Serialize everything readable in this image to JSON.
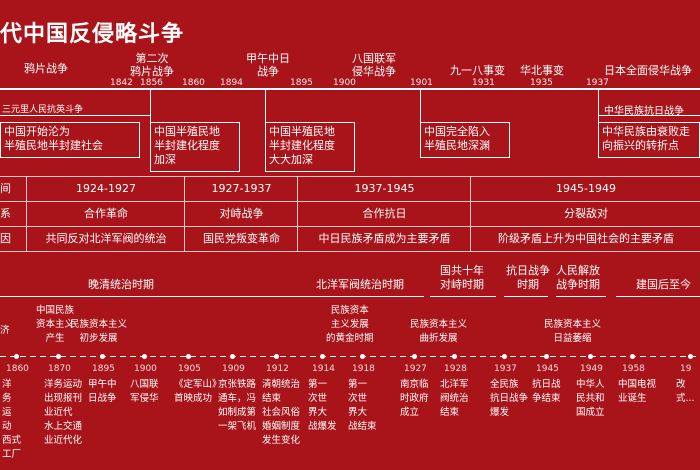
{
  "title": "代中国反侵略斗争",
  "top_timeline": {
    "years": [
      "1842",
      "1856",
      "1860",
      "1894",
      "1895",
      "1900",
      "1901",
      "1931",
      "1935",
      "1937"
    ],
    "events": [
      {
        "label": "鸦片战争"
      },
      {
        "label": "第二次\n鸦片战争"
      },
      {
        "label": "甲午中日\n战争"
      },
      {
        "label": "八国联军\n侵华战争"
      },
      {
        "label": "九一八事变"
      },
      {
        "label": "华北事变"
      },
      {
        "label": "日本全面侵华战争"
      }
    ],
    "side_left": "三元里人民抗英斗争",
    "side_right": "中华民族抗日战争",
    "boxes": [
      "中国开始沦为\n半殖民地半封建社会",
      "中国半殖民地\n半封建化程度\n加深",
      "中国半殖民地\n半封建化程度\n大大加深",
      "中国完全陷入\n半殖民地深渊",
      "中华民族由衰败走\n向振兴的转折点"
    ]
  },
  "table": {
    "headers": [
      "间",
      "系",
      "因"
    ],
    "columns": [
      {
        "period": "1924-1927",
        "relation": "合作革命",
        "cause": "共同反对北洋军阀的统治"
      },
      {
        "period": "1927-1937",
        "relation": "对峙战争",
        "cause": "国民党叛变革命"
      },
      {
        "period": "1937-1945",
        "relation": "合作抗日",
        "cause": "中日民族矛盾成为主要矛盾"
      },
      {
        "period": "1945-1949",
        "relation": "分裂敌对",
        "cause": "阶级矛盾上升为中国社会的主要矛盾"
      }
    ]
  },
  "eras": {
    "late_qing": "晚清统治时期",
    "beiyang": "北洋军阀统治时期",
    "ten_year": "国共十年\n对峙时期",
    "anti_japan": "抗日战争\n时期",
    "liberation": "人民解放\n战争时期",
    "after": "建国后至今"
  },
  "capital_stages": [
    "中国民族\n资本主义\n产生",
    "民族资本主义\n初步发展",
    "民族资本\n主义发展\n的黄金时期",
    "民族资本主义\n曲折发展",
    "民族资本主义\n日益萎缩"
  ],
  "left_fragment": "济\n",
  "bottom_timeline": [
    {
      "year": "1860",
      "text": "洋\n务\n运\n动\n西式\n工厂"
    },
    {
      "year": "1870",
      "text": "洋务运动\n出现报刊\n业近代\n水上交通\n业近代化"
    },
    {
      "year": "1895",
      "text": "甲午中\n日战争"
    },
    {
      "year": "1900",
      "text": "八国联\n军侵华"
    },
    {
      "year": "1905",
      "text": "《定军山》\n首映成功"
    },
    {
      "year": "1909",
      "text": "京张铁路\n通车，冯\n如制成第\n一架飞机"
    },
    {
      "year": "1912",
      "text": "清朝统治\n结束\n社会风俗\n婚姻制度\n发生变化"
    },
    {
      "year": "1914",
      "text": "第一\n次世\n界大\n战爆发"
    },
    {
      "year": "1918",
      "text": "第一\n次世\n界大\n战结束"
    },
    {
      "year": "1927",
      "text": "南京临\n时政府\n成立"
    },
    {
      "year": "1928",
      "text": "北洋军\n阀统治\n结束"
    },
    {
      "year": "1937",
      "text": "全民族\n抗日战争\n爆发"
    },
    {
      "year": "1945",
      "text": "抗日战\n争结束"
    },
    {
      "year": "1949",
      "text": "中华人\n民共和\n国成立"
    },
    {
      "year": "1958",
      "text": "中国电视\n业诞生"
    },
    {
      "year": "19",
      "text": "改\n式..."
    }
  ]
}
